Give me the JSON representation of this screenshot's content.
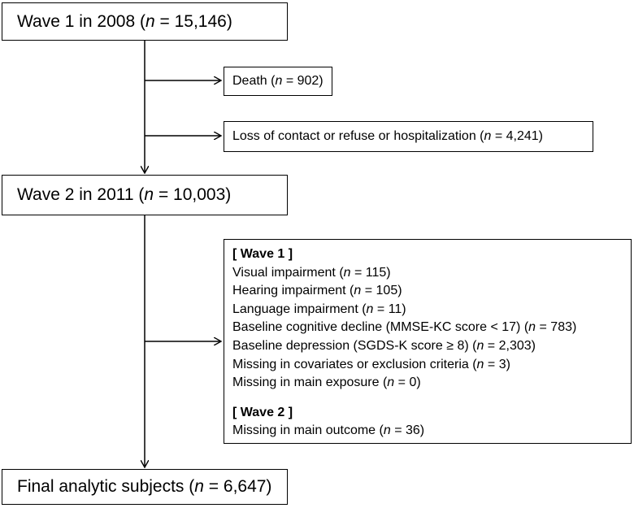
{
  "wave1": {
    "prefix": "Wave 1 in 2008 (",
    "n_symbol": "n",
    "suffix": " = 15,146)"
  },
  "death": {
    "prefix": "Death (",
    "n_symbol": "n",
    "suffix": " = 902)"
  },
  "loss": {
    "prefix": "Loss of contact or refuse or hospitalization (",
    "n_symbol": "n",
    "suffix": " = 4,241)"
  },
  "wave2": {
    "prefix": "Wave 2 in 2011 (",
    "n_symbol": "n",
    "suffix": " = 10,003)"
  },
  "exclusions": {
    "wave1_header": "[ Wave 1 ]",
    "wave1_items": [
      {
        "prefix": "Visual impairment (",
        "n_symbol": "n",
        "suffix": " = 115)"
      },
      {
        "prefix": "Hearing impairment (",
        "n_symbol": "n",
        "suffix": " = 105)"
      },
      {
        "prefix": "Language impairment (",
        "n_symbol": "n",
        "suffix": " = 11)"
      },
      {
        "prefix": "Baseline cognitive decline (MMSE-KC score < 17) (",
        "n_symbol": "n",
        "suffix": " = 783)"
      },
      {
        "prefix": "Baseline depression (SGDS-K score ≥ 8) (",
        "n_symbol": "n",
        "suffix": " = 2,303)"
      },
      {
        "prefix": "Missing in covariates or exclusion criteria (",
        "n_symbol": "n",
        "suffix": " = 3)"
      },
      {
        "prefix": "Missing in main exposure (",
        "n_symbol": "n",
        "suffix": " = 0)"
      }
    ],
    "wave2_header": "[ Wave 2 ]",
    "wave2_items": [
      {
        "prefix": "Missing in main outcome (",
        "n_symbol": "n",
        "suffix": " = 36)"
      }
    ]
  },
  "final": {
    "prefix": "Final analytic subjects (",
    "n_symbol": "n",
    "suffix": " = 6,647)"
  }
}
